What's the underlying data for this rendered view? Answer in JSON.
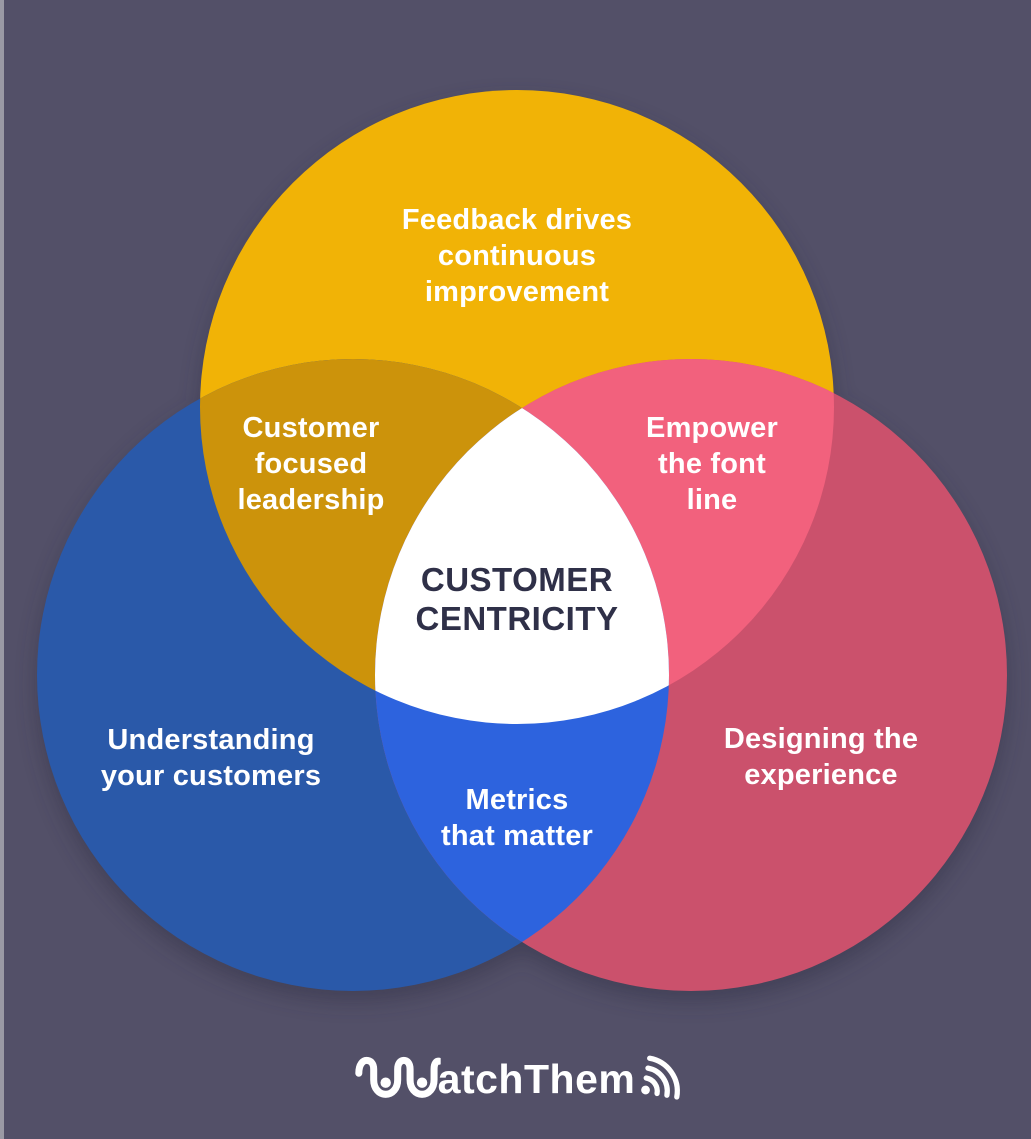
{
  "colors": {
    "background": "#535068",
    "edge_strip": "#9A99A4",
    "center_fill": "#FFFFFF",
    "center_text": "#2F3048",
    "label_text": "#FFFFFF",
    "logo": "#FFFFFF",
    "shadow": "#2A2940"
  },
  "venn": {
    "center_label": "CUSTOMER\nCENTRICITY",
    "circles": [
      {
        "name": "feedback",
        "label": "Feedback drives\ncontinuous\nimprovement",
        "color": "#F1B306"
      },
      {
        "name": "understanding",
        "label": "Understanding\nyour customers",
        "color": "#2A59A9"
      },
      {
        "name": "designing",
        "label": "Designing the\nexperience",
        "color": "#CB516C"
      }
    ],
    "overlaps": [
      {
        "name": "feedback-understanding",
        "label": "Customer\nfocused\nleadership",
        "color": "#CC930B"
      },
      {
        "name": "feedback-designing",
        "label": "Empower\nthe font\nline",
        "color": "#F2617D"
      },
      {
        "name": "understanding-designing",
        "label": "Metrics\nthat matter",
        "color": "#2D63DE"
      }
    ]
  },
  "footer": {
    "brand": "WatchThem",
    "wordmark_text": "atchThem"
  }
}
